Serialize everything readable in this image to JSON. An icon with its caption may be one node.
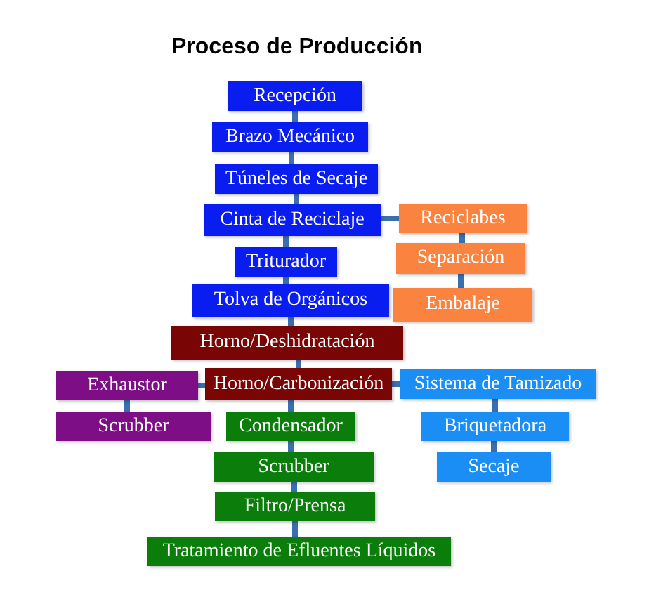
{
  "diagram": {
    "title": "Proceso de Producción",
    "nodes": [
      {
        "text": [
          "Recepción"
        ]
      },
      {
        "text": [
          "Brazo Mecánico"
        ]
      },
      {
        "text": [
          "Túneles de Secaje"
        ]
      },
      {
        "text": [
          "Cinta de Reciclaje"
        ]
      },
      {
        "text": [
          "Triturador"
        ]
      },
      {
        "text": [
          "Tolva de Orgánicos"
        ]
      },
      {
        "text": [
          "Horno/Deshidratación"
        ]
      },
      {
        "text": [
          "Horno/Carbonización"
        ]
      },
      {
        "text": [
          "Condensador"
        ]
      },
      {
        "text": [
          "Scrubber"
        ]
      },
      {
        "text": [
          "Filtro/Prensa"
        ]
      },
      {
        "text": [
          "Tratamiento de Efluentes Líquidos"
        ]
      },
      {
        "text": [
          "Reciclabes"
        ]
      },
      {
        "text": [
          "Separación"
        ]
      },
      {
        "text": [
          "Embalaje"
        ]
      },
      {
        "text": [
          "Exhaustor"
        ]
      },
      {
        "text": [
          "Scrubber"
        ]
      },
      {
        "text": [
          "Sistema de Tamizado"
        ]
      },
      {
        "text": [
          "Briquetadora"
        ]
      },
      {
        "text": [
          "Secaje"
        ]
      }
    ],
    "edges": [
      {
        "from": 0,
        "to": 1,
        "arrow": "none"
      },
      {
        "from": 1,
        "to": 2,
        "arrow": "none"
      },
      {
        "from": 2,
        "to": 3,
        "arrow": "none"
      },
      {
        "from": 3,
        "to": 4,
        "arrow": "none"
      },
      {
        "from": 4,
        "to": 5,
        "arrow": "none"
      },
      {
        "from": 5,
        "to": 6,
        "arrow": "none"
      },
      {
        "from": 6,
        "to": 7,
        "arrow": "none"
      },
      {
        "from": 7,
        "to": 8,
        "arrow": "none"
      },
      {
        "from": 8,
        "to": 9,
        "arrow": "none"
      },
      {
        "from": 9,
        "to": 10,
        "arrow": "none"
      },
      {
        "from": 10,
        "to": 11,
        "arrow": "none"
      },
      {
        "from": 3,
        "to": 12,
        "arrow": "none"
      },
      {
        "from": 12,
        "to": 13,
        "arrow": "none"
      },
      {
        "from": 13,
        "to": 14,
        "arrow": "none"
      },
      {
        "from": 7,
        "to": 15,
        "arrow": "none"
      },
      {
        "from": 15,
        "to": 16,
        "arrow": "none"
      },
      {
        "from": 7,
        "to": 17,
        "arrow": "none"
      },
      {
        "from": 17,
        "to": 18,
        "arrow": "none"
      },
      {
        "from": 18,
        "to": 19,
        "arrow": "none"
      }
    ]
  }
}
